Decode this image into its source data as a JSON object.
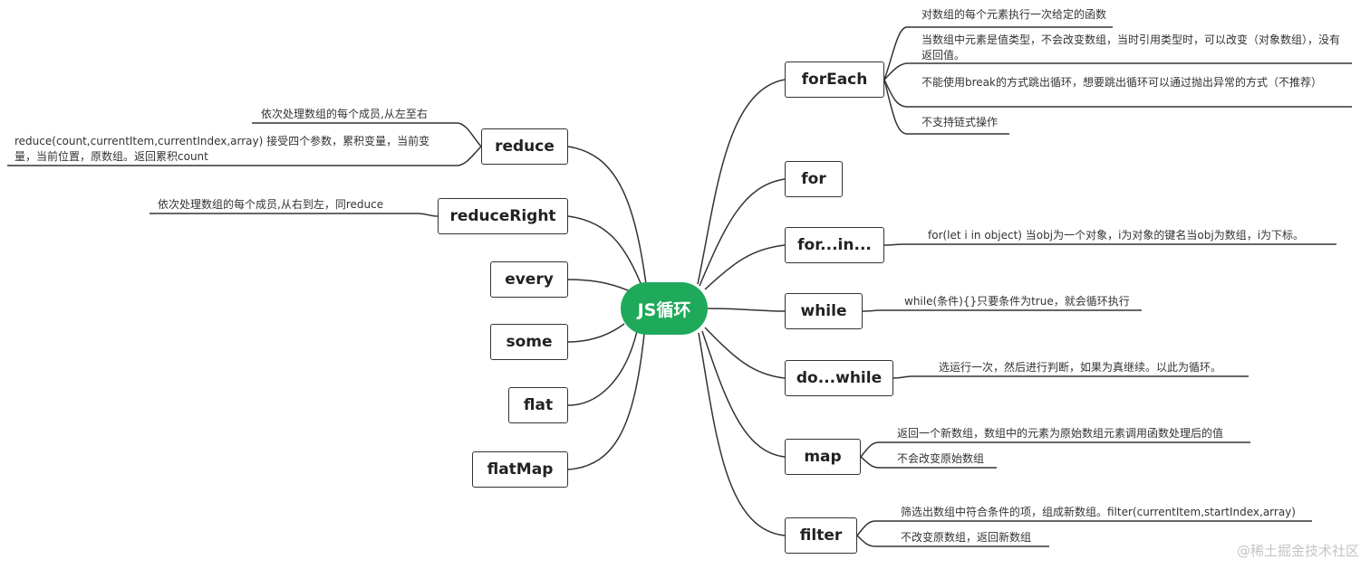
{
  "root": {
    "label": "JS循环"
  },
  "left_topics": {
    "reduce": {
      "label": "reduce",
      "notes": [
        "依次处理数组的每个成员,从左至右",
        "reduce(count,currentItem,currentIndex,array) 接受四个参数，累积变量，当前变量，当前位置，原数组。返回累积count"
      ]
    },
    "reduceRight": {
      "label": "reduceRight",
      "notes": [
        "依次处理数组的每个成员,从右到左，同reduce"
      ]
    },
    "every": {
      "label": "every"
    },
    "some": {
      "label": "some"
    },
    "flat": {
      "label": "flat"
    },
    "flatMap": {
      "label": "flatMap"
    }
  },
  "right_topics": {
    "forEach": {
      "label": "forEach",
      "notes": [
        "对数组的每个元素执行一次给定的函数",
        "当数组中元素是值类型，不会改变数组，当时引用类型时，可以改变（对象数组），没有返回值。",
        "不能使用break的方式跳出循环，想要跳出循环可以通过抛出异常的方式（不推荐）",
        "不支持链式操作"
      ]
    },
    "for": {
      "label": "for"
    },
    "forin": {
      "label": "for...in...",
      "notes": [
        "for(let i in object) 当obj为一个对象，i为对象的键名当obj为数组，i为下标。"
      ]
    },
    "while": {
      "label": "while",
      "notes": [
        "while(条件){}只要条件为true，就会循环执行"
      ]
    },
    "dowhile": {
      "label": "do...while",
      "notes": [
        "选运行一次，然后进行判断，如果为真继续。以此为循环。"
      ]
    },
    "map": {
      "label": "map",
      "notes": [
        "返回一个新数组，数组中的元素为原始数组元素调用函数处理后的值",
        "不会改变原始数组"
      ]
    },
    "filter": {
      "label": "filter",
      "notes": [
        "筛选出数组中符合条件的项，组成新数组。filter(currentItem,startIndex,array)",
        "不改变原数组，返回新数组"
      ]
    }
  },
  "watermark": "@稀土掘金技术社区",
  "colors": {
    "root_fill": "#1fa95a",
    "line": "#333333",
    "watermark": "#c4c4c4"
  }
}
